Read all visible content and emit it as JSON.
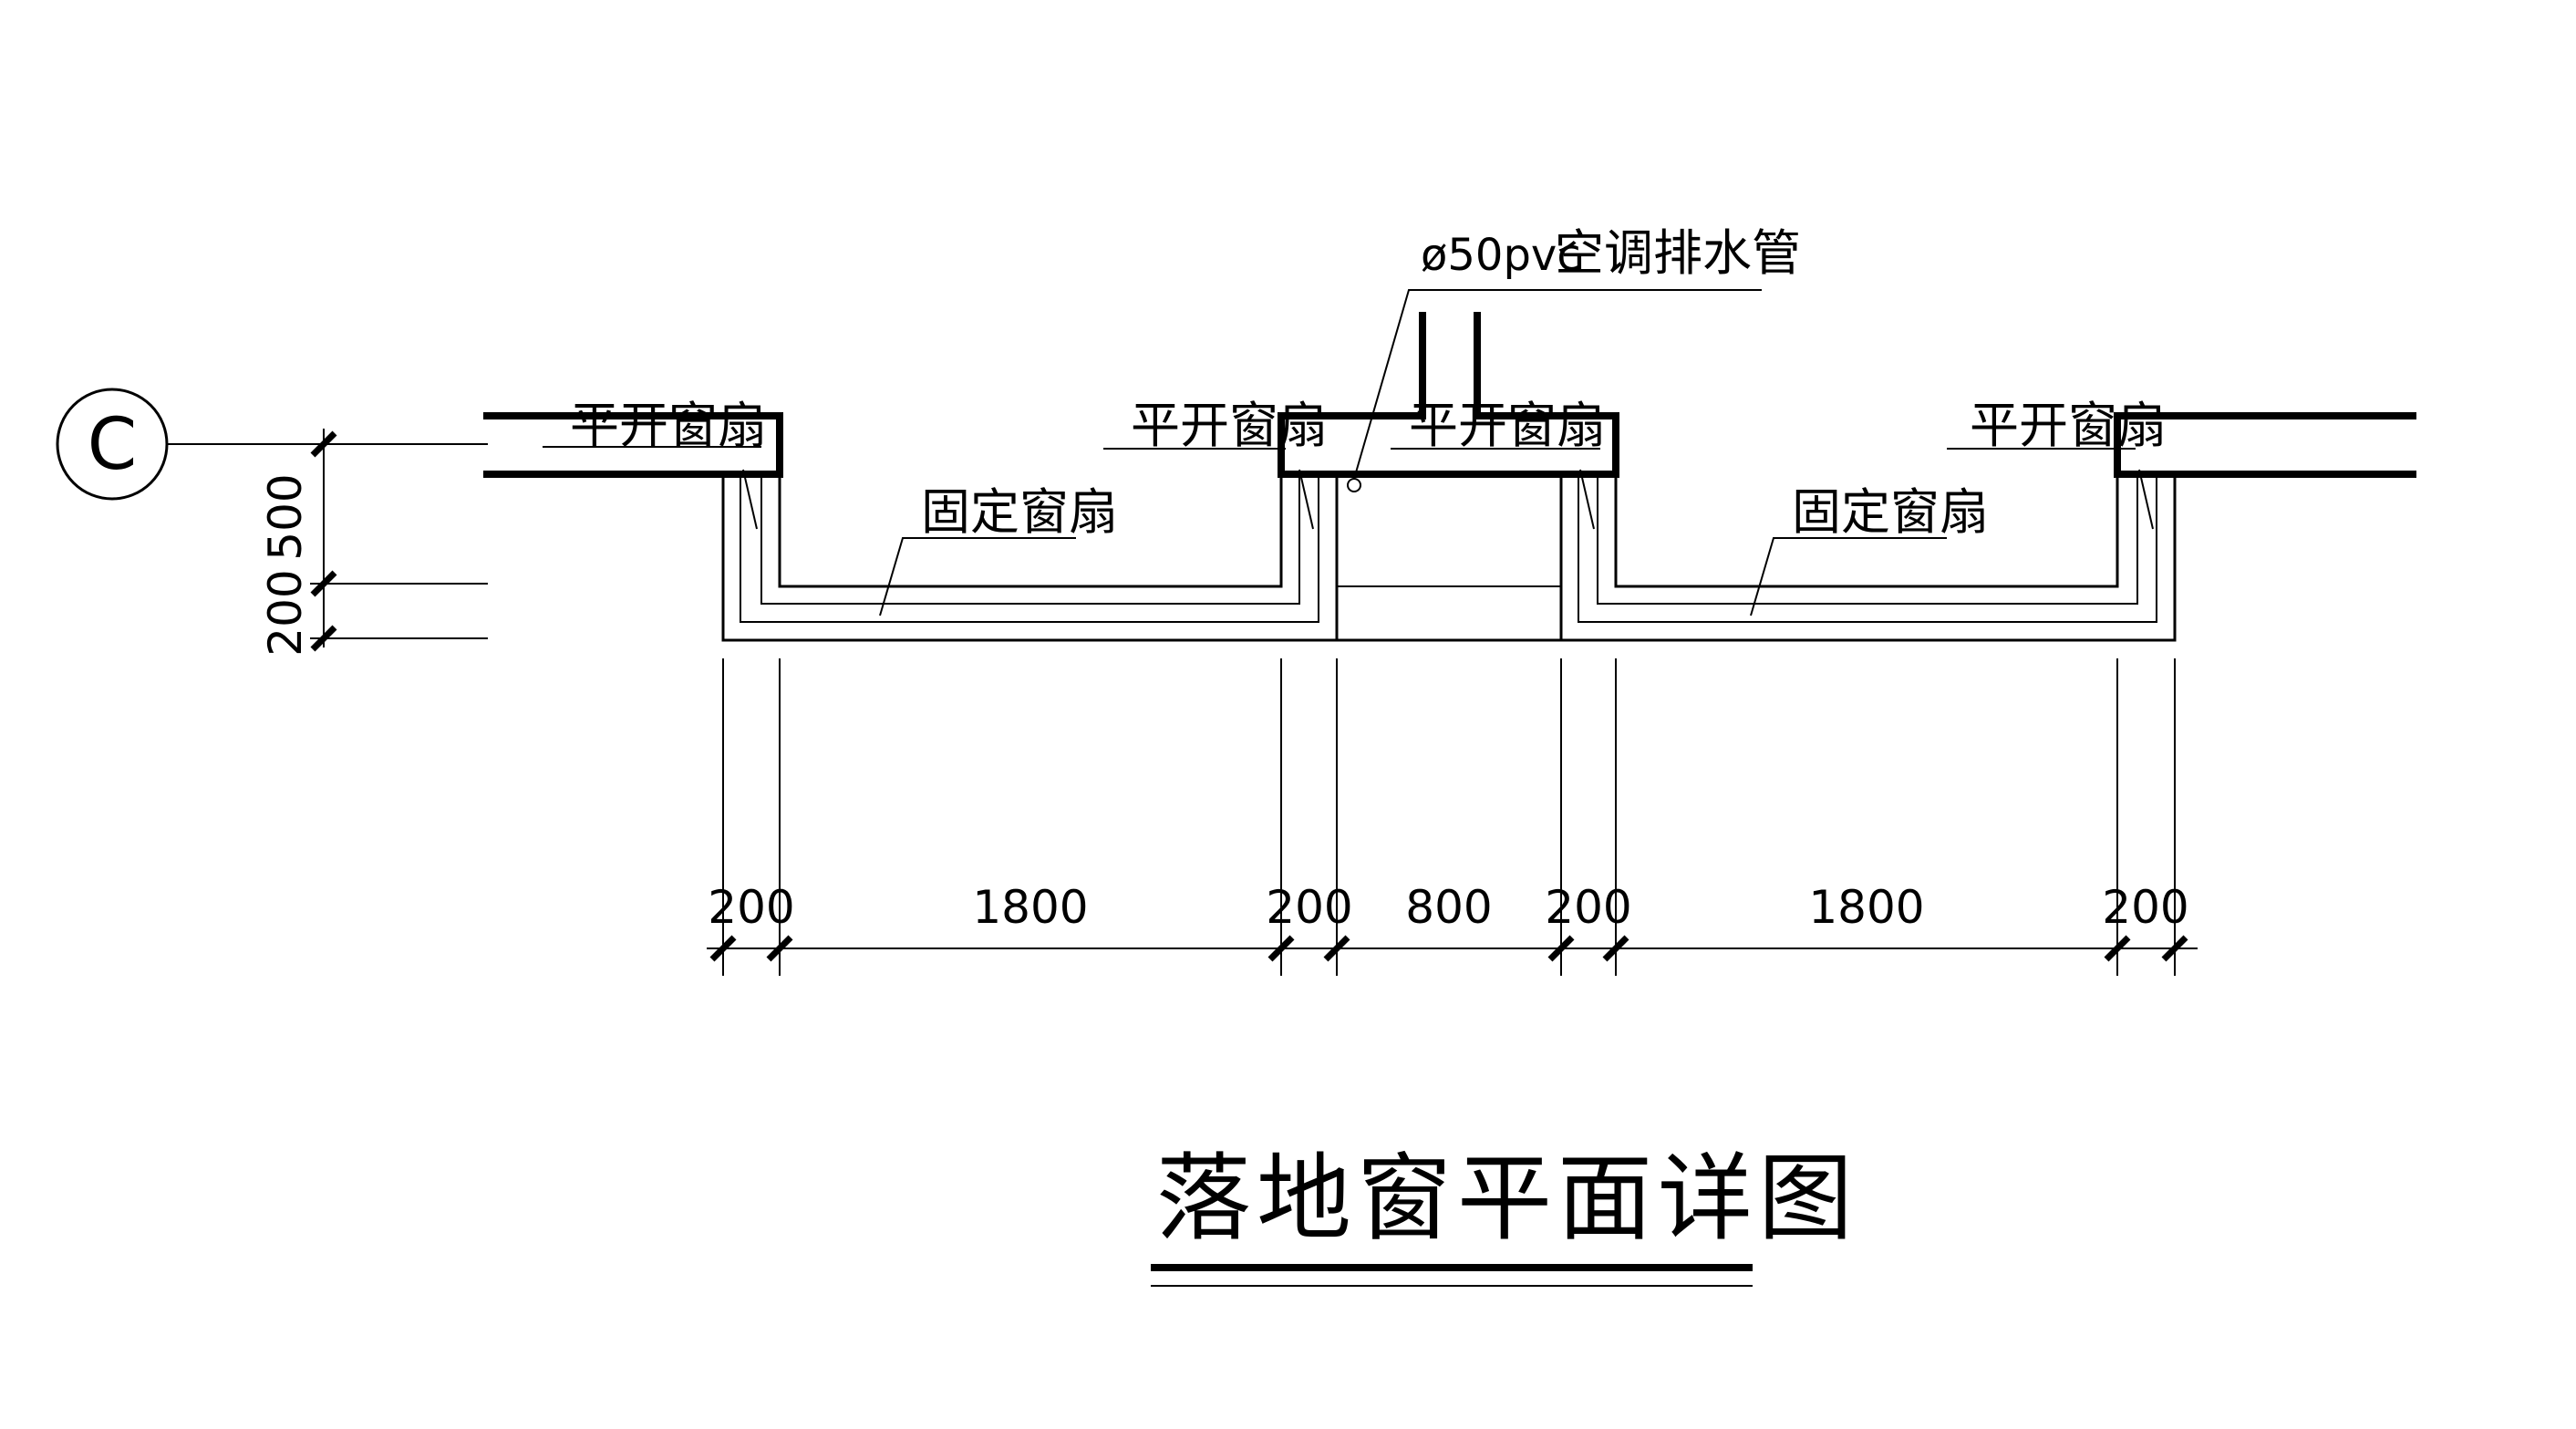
{
  "drawing": {
    "title": "落地窗平面详图",
    "axis_label": "C",
    "pipe_note": {
      "size": "ø50pvc",
      "name": "空调排水管"
    },
    "labels": {
      "casement": "平开窗扇",
      "fixed": "固定窗扇"
    },
    "horizontal_dimensions": [
      "200",
      "1800",
      "200",
      "800",
      "200",
      "1800",
      "200"
    ],
    "vertical_dimensions": [
      "200",
      "500"
    ]
  }
}
